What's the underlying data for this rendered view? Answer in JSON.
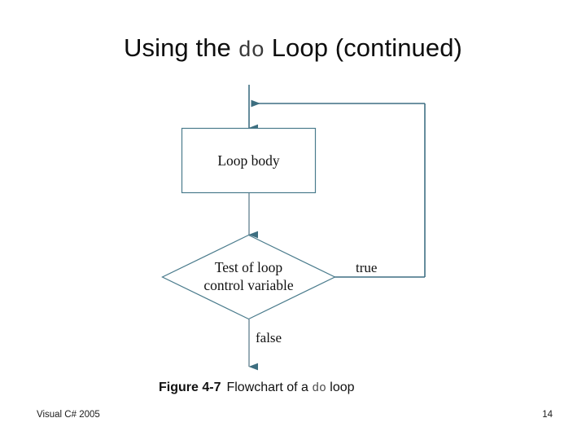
{
  "slide": {
    "title_prefix": "Using the ",
    "title_code": "do",
    "title_suffix": " Loop (continued)"
  },
  "figure": {
    "caption_label": "Figure 4-7",
    "caption_prefix": "Flowchart of a ",
    "caption_code": "do",
    "caption_suffix": " loop",
    "nodes": {
      "process_line1": "Loop body",
      "decision_line1": "Test of loop",
      "decision_line2": "control variable"
    },
    "branches": {
      "true_label": "true",
      "false_label": "false"
    },
    "colors": {
      "stroke": "#3f6f84",
      "shape_stroke": "#4a7b8c",
      "connector": "#7e97a3",
      "arrowhead": "#3d6e80"
    }
  },
  "footer": {
    "left": "Visual C# 2005",
    "page": "14"
  }
}
